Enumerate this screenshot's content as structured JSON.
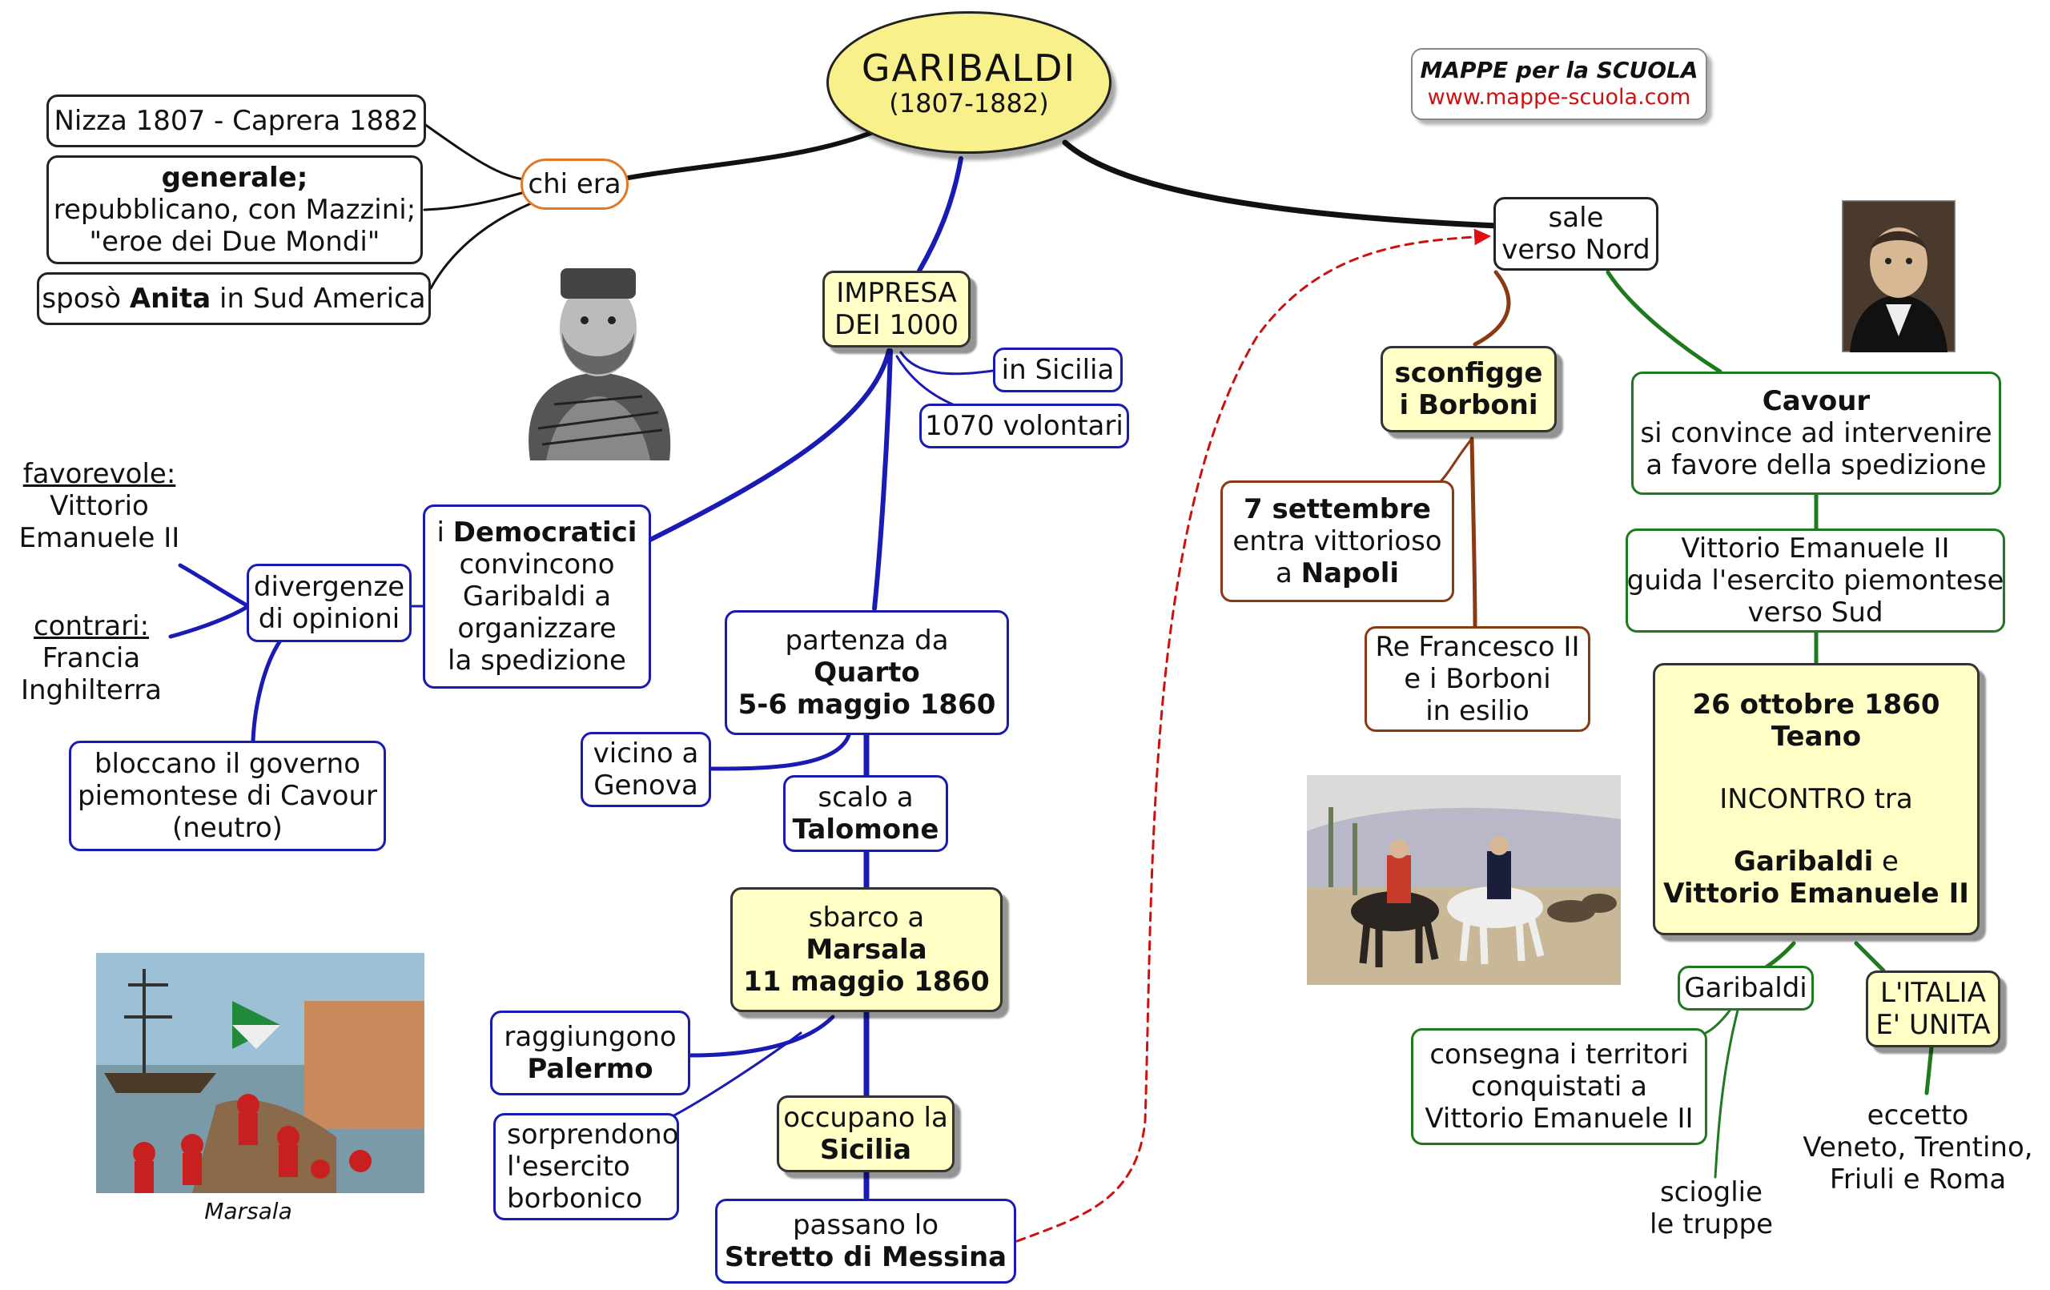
{
  "title": {
    "name": "GARIBALDI",
    "dates": "(1807-1882)"
  },
  "brand": {
    "line1": "MAPPE per la SCUOLA",
    "line2": "www.mappe-scuola.com"
  },
  "left": {
    "chi_era": "chi era",
    "birth": "Nizza 1807 - Caprera 1882",
    "generale_title": "generale;",
    "generale_l2": "repubblicano, con Mazzini;",
    "generale_l3": "\"eroe dei Due Mondi\"",
    "anita_pre": "sposò ",
    "anita_bold": "Anita",
    "anita_post": " in Sud America"
  },
  "impresa": {
    "l1": "IMPRESA",
    "l2": "DEI 1000"
  },
  "sicilia": "in Sicilia",
  "volontari": "1070 volontari",
  "democratici": {
    "pre": "i ",
    "bold": "Democratici",
    "l2": "convincono",
    "l3": "Garibaldi a",
    "l4": "organizzare",
    "l5": "la spedizione"
  },
  "divergenze": {
    "l1": "divergenze",
    "l2": "di opinioni"
  },
  "favorevole": {
    "label": "favorevole:",
    "l2": "Vittorio",
    "l3": "Emanuele II"
  },
  "contrari": {
    "label": "contrari:",
    "l2": "Francia",
    "l3": "Inghilterra"
  },
  "bloccano": {
    "l1": "bloccano il governo",
    "l2": "piemontese di Cavour",
    "l3": "(neutro)"
  },
  "partenza": {
    "l1": "partenza da",
    "l2": "Quarto",
    "l3": "5-6 maggio 1860"
  },
  "genova": {
    "l1": "vicino a",
    "l2": "Genova"
  },
  "talamone": {
    "l1": "scalo a",
    "l2": "Talomone"
  },
  "marsala": {
    "l1": "sbarco a",
    "l2": "Marsala",
    "l3": "11 maggio 1860"
  },
  "palermo": {
    "l1": "raggiungono",
    "l2": "Palermo"
  },
  "sorprendono": {
    "l1": "sorprendono",
    "l2": "l'esercito",
    "l3": "borbonico"
  },
  "occupano": {
    "l1": "occupano la",
    "l2": "Sicilia"
  },
  "messina": {
    "l1": "passano lo",
    "l2": "Stretto di Messina"
  },
  "caption_marsala": "Marsala",
  "nord": {
    "l1": "sale",
    "l2": "verso Nord"
  },
  "borboni": {
    "l1": "sconfigge",
    "l2": "i Borboni"
  },
  "napoli": {
    "l1": "7 settembre",
    "l2": "entra vittorioso",
    "l3_pre": "a ",
    "l3_bold": "Napoli"
  },
  "francesco": {
    "l1": "Re Francesco II",
    "l2": "e i Borboni",
    "l3": "in esilio"
  },
  "cavour": {
    "l1": "Cavour",
    "l2": "si convince ad intervenire",
    "l3": "a favore della spedizione"
  },
  "vittorio": {
    "l1": "Vittorio Emanuele II",
    "l2": "guida l'esercito piemontese",
    "l3": "verso Sud"
  },
  "teano": {
    "l1": "26 ottobre 1860",
    "l2": "Teano",
    "l3": "INCONTRO tra",
    "l4_bold": "Garibaldi",
    "l4_post": " e",
    "l5": "Vittorio Emanuele II"
  },
  "garibaldi_node": "Garibaldi",
  "italia": {
    "l1": "L'ITALIA",
    "l2": "E' UNITA"
  },
  "consegna": {
    "l1": "consegna i territori",
    "l2": "conquistati a",
    "l3": "Vittorio Emanuele II"
  },
  "scioglie": {
    "l1": "scioglie",
    "l2": "le truppe"
  },
  "eccetto": {
    "l1": "eccetto",
    "l2": "Veneto, Trentino,",
    "l3": "Friuli e Roma"
  },
  "colors": {
    "black": "#111111",
    "blue": "#1a1ab4",
    "brown": "#8a3a12",
    "green": "#1f7a1f",
    "yellow": "#ffffc6",
    "title_fill": "#f8f08a",
    "orange": "#e07828",
    "red_dash": "#cc1111"
  }
}
